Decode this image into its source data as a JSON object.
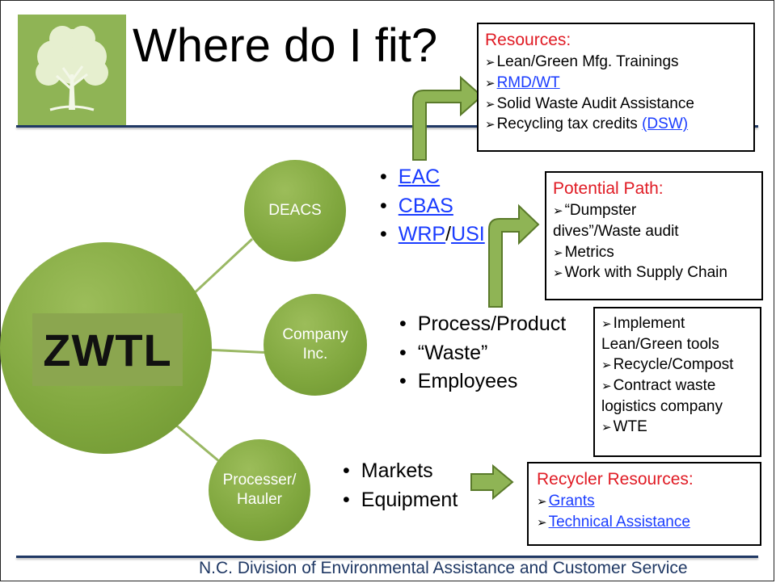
{
  "title": "Where do I fit?",
  "center": {
    "label": "ZWTL"
  },
  "nodes": {
    "deacs": "DEACS",
    "company": "Company\nInc.",
    "processor": "Processer/\nHauler"
  },
  "deacs_list": [
    "EAC",
    "CBAS",
    "WRP",
    "USI"
  ],
  "company_list": [
    "Process/Product",
    "“Waste”",
    "Employees"
  ],
  "processor_list": [
    "Markets",
    "Equipment"
  ],
  "resources_box": {
    "heading": "Resources:",
    "items": [
      "Lean/Green Mfg. Trainings",
      "RMD/WT",
      "Solid Waste Audit Assistance",
      "Recycling tax credits ",
      "(DSW)"
    ]
  },
  "path_box": {
    "heading": "Potential Path:",
    "items": [
      "“Dumpster",
      "dives”/Waste audit",
      "Metrics",
      "Work with Supply Chain"
    ]
  },
  "implement_box": {
    "items": [
      "Implement",
      "Lean/Green tools",
      "Recycle/Compost",
      "Contract waste",
      "logistics company",
      "WTE"
    ]
  },
  "recycler_box": {
    "heading": "Recycler Resources:",
    "items": [
      "Grants",
      "Technical Assistance"
    ]
  },
  "footer": "N.C. Division of Environmental Assistance and Customer Service",
  "colors": {
    "accent_green": "#7fa63d",
    "rule_blue": "#1f3864",
    "heading_red": "#e01b24",
    "link_blue": "#1a3cff"
  }
}
